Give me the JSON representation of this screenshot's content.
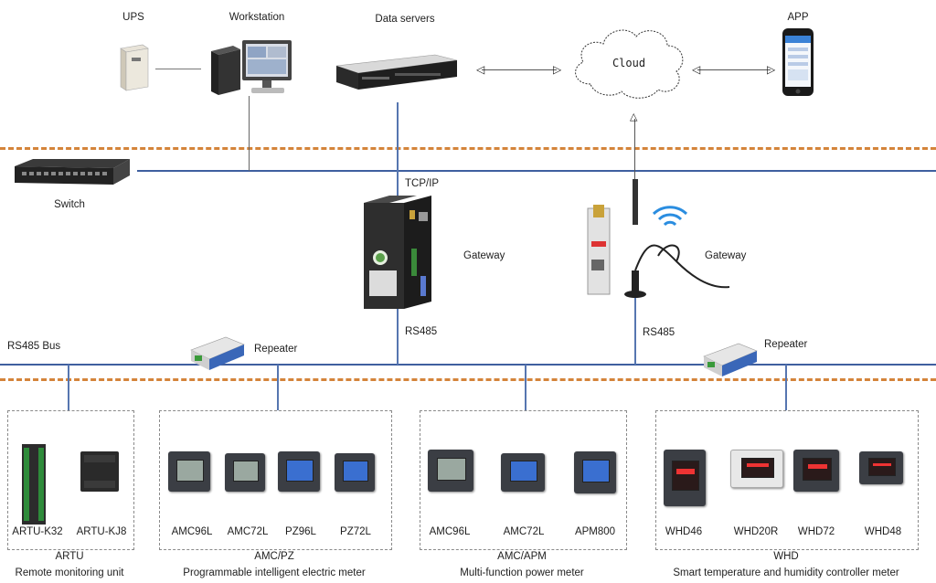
{
  "top_labels": {
    "ups": "UPS",
    "workstation": "Workstation",
    "data_servers": "Data servers",
    "cloud": "Cloud",
    "app": "APP"
  },
  "network": {
    "switch": "Switch",
    "tcpip": "TCP/IP",
    "gateway_left": "Gateway",
    "gateway_right": "Gateway",
    "rs485_left": "RS485",
    "rs485_right": "RS485",
    "rs485_bus": "RS485 Bus",
    "repeater_left": "Repeater",
    "repeater_right": "Repeater"
  },
  "groups": [
    {
      "devices": [
        "ARTU-K32",
        "ARTU-KJ8"
      ],
      "title": "ARTU",
      "subtitle": "Remote monitoring unit"
    },
    {
      "devices": [
        "AMC96L",
        "AMC72L",
        "PZ96L",
        "PZ72L"
      ],
      "title": "AMC/PZ",
      "subtitle": "Programmable intelligent electric meter"
    },
    {
      "devices": [
        "AMC96L",
        "AMC72L",
        "APM800"
      ],
      "title": "AMC/APM",
      "subtitle": "Multi-function power meter"
    },
    {
      "devices": [
        "WHD46",
        "WHD20R",
        "WHD72",
        "WHD48"
      ],
      "title": "WHD",
      "subtitle": "Smart temperature and humidity controller meter"
    }
  ],
  "colors": {
    "bus": "#3f5f9f",
    "dashed_separator": "#d4843a",
    "wifi": "#2a8de0"
  }
}
